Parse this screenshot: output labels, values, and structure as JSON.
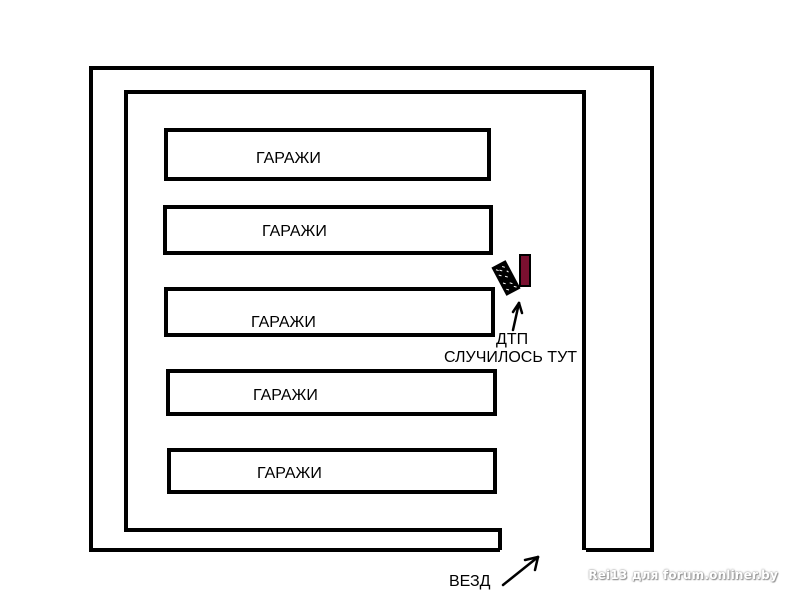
{
  "garages": [
    {
      "label": "ГАРАЖИ"
    },
    {
      "label": "ГАРАЖИ"
    },
    {
      "label": "ГАРАЖИ"
    },
    {
      "label": "ГАРАЖИ"
    },
    {
      "label": "ГАРАЖИ"
    }
  ],
  "accident": {
    "line1": "ДТП",
    "line2": "СЛУЧИЛОСЬ ТУТ",
    "car1_color": "#000000",
    "car2_color": "#7a1030"
  },
  "entry": {
    "label": "ВЕЗД"
  },
  "watermark": "Rei13 для forum.onliner.by",
  "colors": {
    "stroke": "#000000",
    "background": "#ffffff"
  }
}
